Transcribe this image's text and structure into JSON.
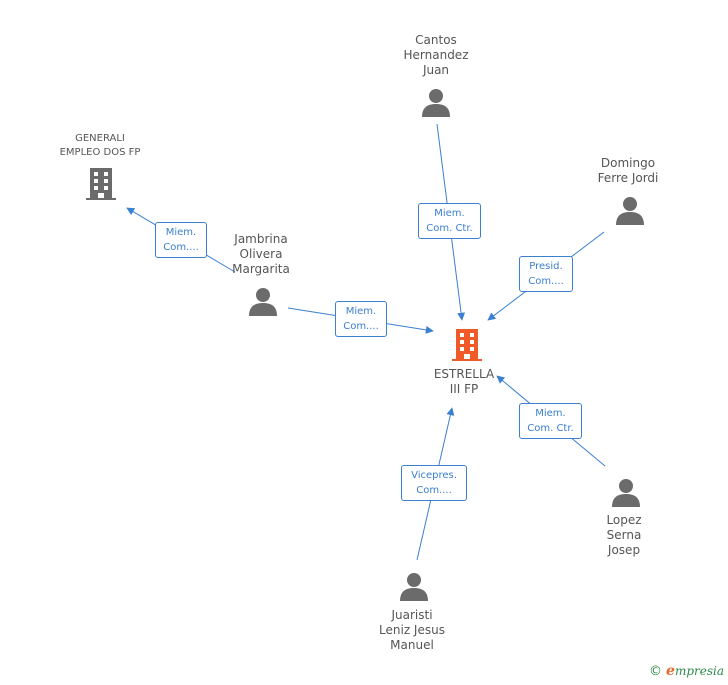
{
  "nodes": {
    "estrella": {
      "label": "ESTRELLA\nIII FP",
      "icon": "building-icon",
      "color": "#f05a28"
    },
    "generali": {
      "label": "GENERALI\nEMPLEO DOS FP",
      "icon": "building-icon",
      "color": "#6b6b6b"
    },
    "cantos": {
      "label": "Cantos\nHernandez\nJuan",
      "icon": "person-icon"
    },
    "domingo": {
      "label": "Domingo\nFerre Jordi",
      "icon": "person-icon"
    },
    "jambrina": {
      "label": "Jambrina\nOlivera\nMargarita",
      "icon": "person-icon"
    },
    "lopez": {
      "label": "Lopez\nSerna\nJosep",
      "icon": "person-icon"
    },
    "juaristi": {
      "label": "Juaristi\nLeniz Jesus\nManuel",
      "icon": "person-icon"
    }
  },
  "edges": {
    "jambrina_generali": "Miem.\nCom....",
    "cantos_estrella": "Miem.\nCom. Ctr.",
    "domingo_estrella": "Presid.\nCom....",
    "jambrina_estrella": "Miem.\nCom....",
    "lopez_estrella": "Miem.\nCom. Ctr.",
    "juaristi_estrella": "Vicepres.\nCom...."
  },
  "colors": {
    "edge": "#3b7fd0",
    "person": "#6b6b6b"
  },
  "footer": {
    "copyright": "©",
    "brand_first": "e",
    "brand_rest": "mpresia"
  }
}
